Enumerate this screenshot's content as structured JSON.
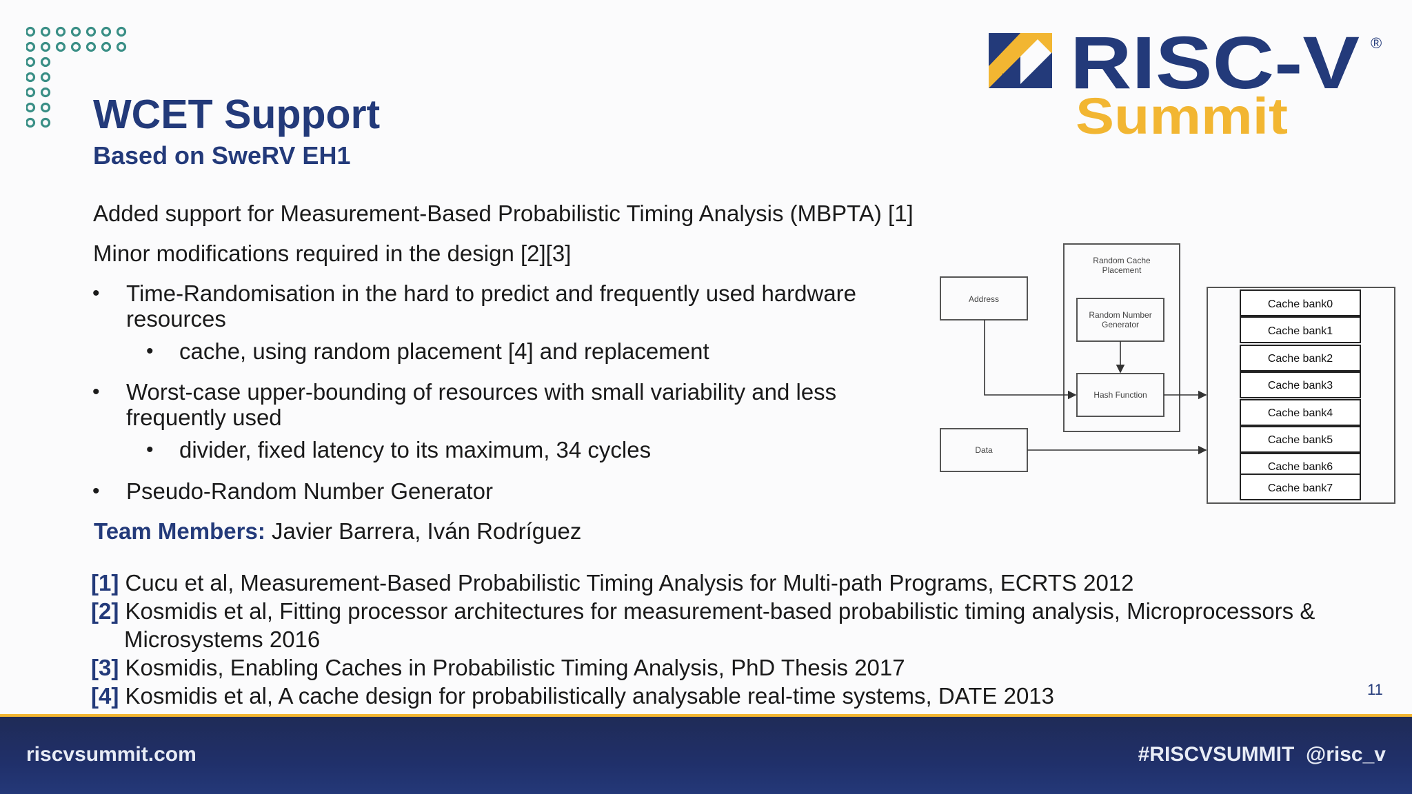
{
  "logo": {
    "name": "RISC-V",
    "registered": "®",
    "tagline": "Summit"
  },
  "title": "WCET Support",
  "subtitle": "Based on SweRV EH1",
  "body": {
    "line1": "Added support for Measurement-Based Probabilistic Timing Analysis (MBPTA) [1]",
    "line2": "Minor modifications required in the design [2][3]",
    "bullet1_line1": "Time-Randomisation in the hard to predict and frequently used hardware",
    "bullet1_line2": "resources",
    "sub1": "cache,  using random placement [4] and replacement",
    "bullet2_line1": "Worst-case upper-bounding of resources with small variability and less",
    "bullet2_line2": "frequently used",
    "sub2": "divider, fixed latency to its maximum, 34 cycles",
    "bullet3": "Pseudo-Random Number Generator",
    "bullet_glyph": "•"
  },
  "team": {
    "label": "Team Members:",
    "names": " Javier Barrera, Iván Rodríguez"
  },
  "diagram": {
    "address": "Address",
    "data": "Data",
    "placement_line1": "Random Cache",
    "placement_line2": "Placement",
    "rng_line1": "Random Number",
    "rng_line2": "Generator",
    "hash": "Hash Function",
    "banks": [
      "Cache bank0",
      "Cache bank1",
      "Cache bank2",
      "Cache bank3",
      "Cache bank4",
      "Cache bank5",
      "Cache bank6",
      "Cache bank7"
    ]
  },
  "references": [
    {
      "num": "[1]",
      "text": " Cucu et al, Measurement-Based Probabilistic Timing Analysis for Multi-path Programs, ECRTS 2012"
    },
    {
      "num": "[2]",
      "text": " Kosmidis et al, Fitting processor architectures for measurement-based probabilistic timing analysis, Microprocessors &"
    },
    {
      "num": "",
      "text": "Microsystems 2016"
    },
    {
      "num": "[3]",
      "text": " Kosmidis, Enabling Caches in Probabilistic Timing Analysis, PhD Thesis 2017"
    },
    {
      "num": "[4]",
      "text": " Kosmidis et al, A cache design for probabilistically analysable real-time systems, DATE 2013"
    }
  ],
  "page_number": "11",
  "footer": {
    "left": "riscvsummit.com",
    "hashtag": "#RISCVSUMMIT",
    "handle": "@risc_v"
  },
  "colors": {
    "navy": "#233a7a",
    "gold": "#f2b632",
    "teal": "#3a8f86"
  }
}
